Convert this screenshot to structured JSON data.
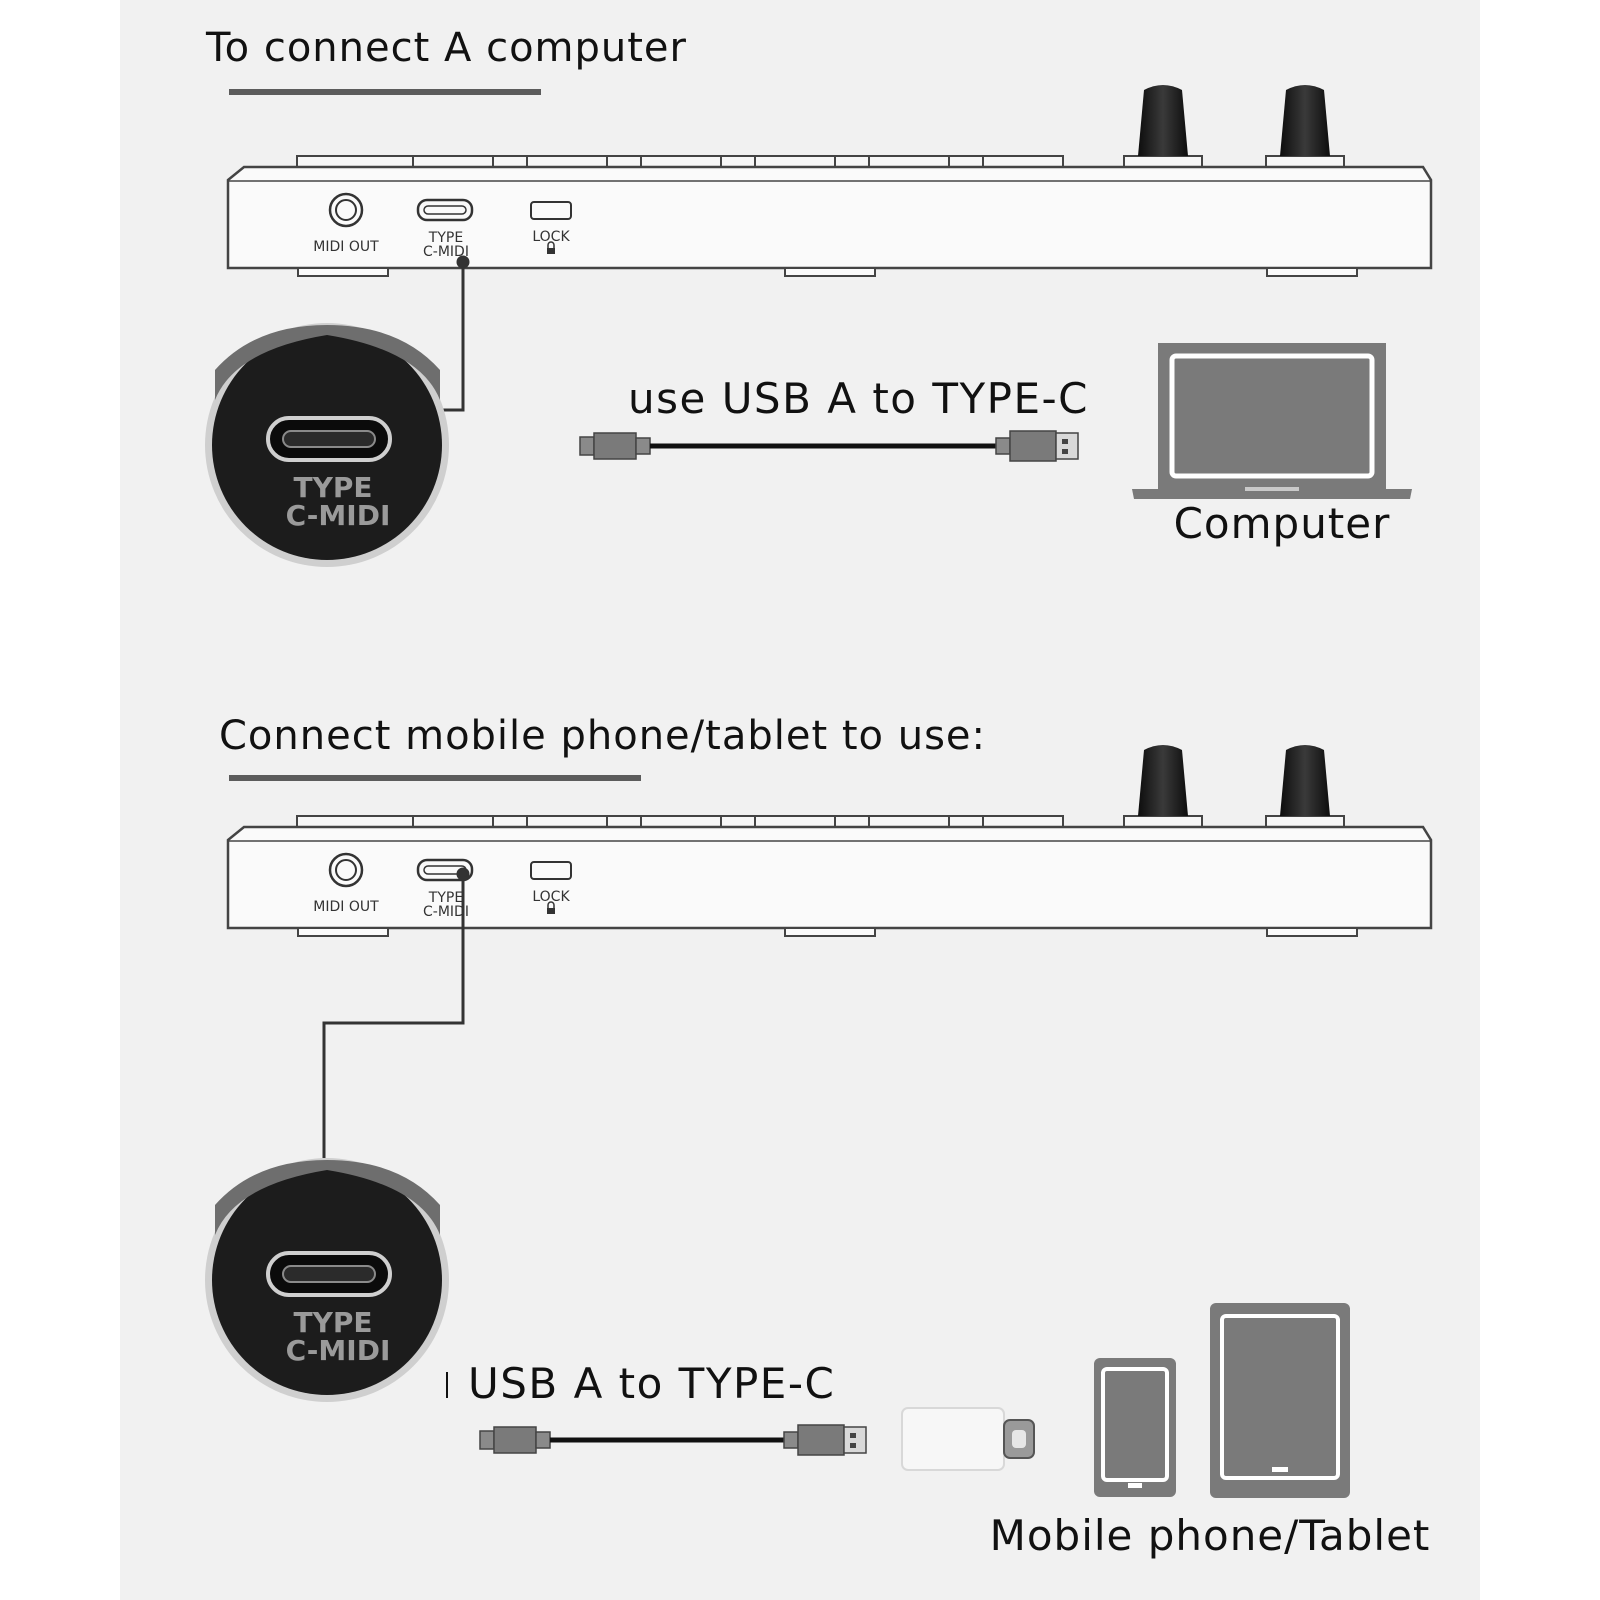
{
  "section_computer": {
    "heading": "To connect A computer",
    "cable_label": "use USB A to TYPE-C",
    "device_label": "Computer"
  },
  "section_mobile": {
    "heading": "Connect mobile phone/tablet to use:",
    "cable_label": "USB A to TYPE-C",
    "device_label": "Mobile phone/Tablet"
  },
  "port_labels": {
    "midi_out": "MIDI OUT",
    "type_line1": "TYPE",
    "type_line2": "C-MIDI",
    "lock": "LOCK"
  },
  "zoom_labels": {
    "line1": "TYPE",
    "line2": "C-MIDI"
  },
  "colors": {
    "background": "#f1f1f1",
    "outline": "#444444",
    "device_gray": "#7a7a7a",
    "knob": "#1a1a1a",
    "zoom_dark": "#1c1c1c"
  }
}
